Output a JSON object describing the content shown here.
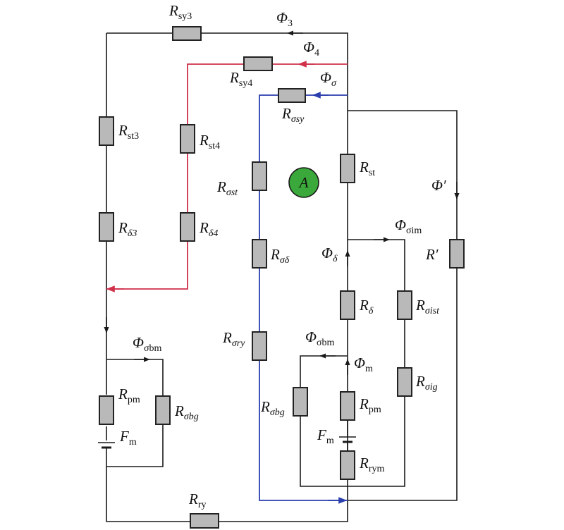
{
  "node_A": "A",
  "colors": {
    "black_path": "#1a1a1a",
    "red_path": "#d0304a",
    "blue_path": "#2b3fae",
    "node_fill": "#3aa83a",
    "resistor_fill": "#b9b9b9"
  },
  "flux": [
    {
      "id": "phi3",
      "sym": "Φ",
      "sub": "3"
    },
    {
      "id": "phi4",
      "sym": "Φ",
      "sub": "4"
    },
    {
      "id": "phisigma",
      "sym": "Φ",
      "sub": "σ"
    },
    {
      "id": "phiprime",
      "sym": "Φ′",
      "sub": ""
    },
    {
      "id": "phisigmaim",
      "sym": "Φ",
      "sub": "σim"
    },
    {
      "id": "phidelta",
      "sym": "Φ",
      "sub": "δ"
    },
    {
      "id": "phisigmabmR",
      "sym": "Φ",
      "sub": "σbm"
    },
    {
      "id": "phim",
      "sym": "Φ",
      "sub": "m"
    },
    {
      "id": "phisigmabmL",
      "sym": "Φ",
      "sub": "σbm"
    }
  ],
  "resistors": [
    {
      "id": "rsy3",
      "sym": "R",
      "sub": "sy3"
    },
    {
      "id": "rsy4",
      "sym": "R",
      "sub": "sy4"
    },
    {
      "id": "rsigsy",
      "sym": "R",
      "sub": "σsy"
    },
    {
      "id": "rst3",
      "sym": "R",
      "sub": "st3"
    },
    {
      "id": "rst4",
      "sym": "R",
      "sub": "st4"
    },
    {
      "id": "rsigst",
      "sym": "R",
      "sub": "σst"
    },
    {
      "id": "rst",
      "sym": "R",
      "sub": "st"
    },
    {
      "id": "rdelta3",
      "sym": "R",
      "sub": "δ3"
    },
    {
      "id": "rdelta4",
      "sym": "R",
      "sub": "δ4"
    },
    {
      "id": "rsigdelta",
      "sym": "R",
      "sub": "σδ"
    },
    {
      "id": "rprime",
      "sym": "R′",
      "sub": ""
    },
    {
      "id": "rdelta",
      "sym": "R",
      "sub": "δ"
    },
    {
      "id": "rsigist",
      "sym": "R",
      "sub": "σist"
    },
    {
      "id": "rsigry",
      "sym": "R",
      "sub": "σry"
    },
    {
      "id": "rsigig",
      "sym": "R",
      "sub": "σig"
    },
    {
      "id": "rpmL",
      "sym": "R",
      "sub": "pm"
    },
    {
      "id": "rsigbgL",
      "sym": "R",
      "sub": "σbg"
    },
    {
      "id": "rsigbgR",
      "sym": "R",
      "sub": "σbg"
    },
    {
      "id": "rpmR",
      "sym": "R",
      "sub": "pm"
    },
    {
      "id": "rrym",
      "sym": "R",
      "sub": "rym"
    },
    {
      "id": "rry",
      "sym": "R",
      "sub": "ry"
    }
  ],
  "sources": [
    {
      "id": "fmL",
      "sym": "F",
      "sub": "m"
    },
    {
      "id": "fmR",
      "sym": "F",
      "sub": "m"
    }
  ]
}
